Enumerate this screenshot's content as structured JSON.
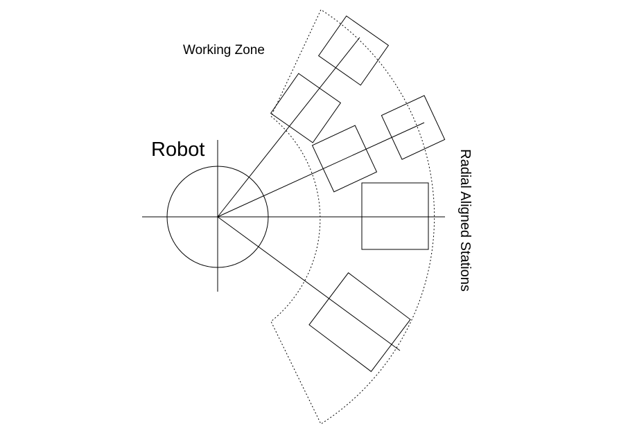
{
  "labels": {
    "robot": "Robot",
    "working_zone": "Working Zone",
    "stations": "Radial Aligned Stations"
  },
  "colors": {
    "line": "#000000",
    "background": "#ffffff"
  }
}
